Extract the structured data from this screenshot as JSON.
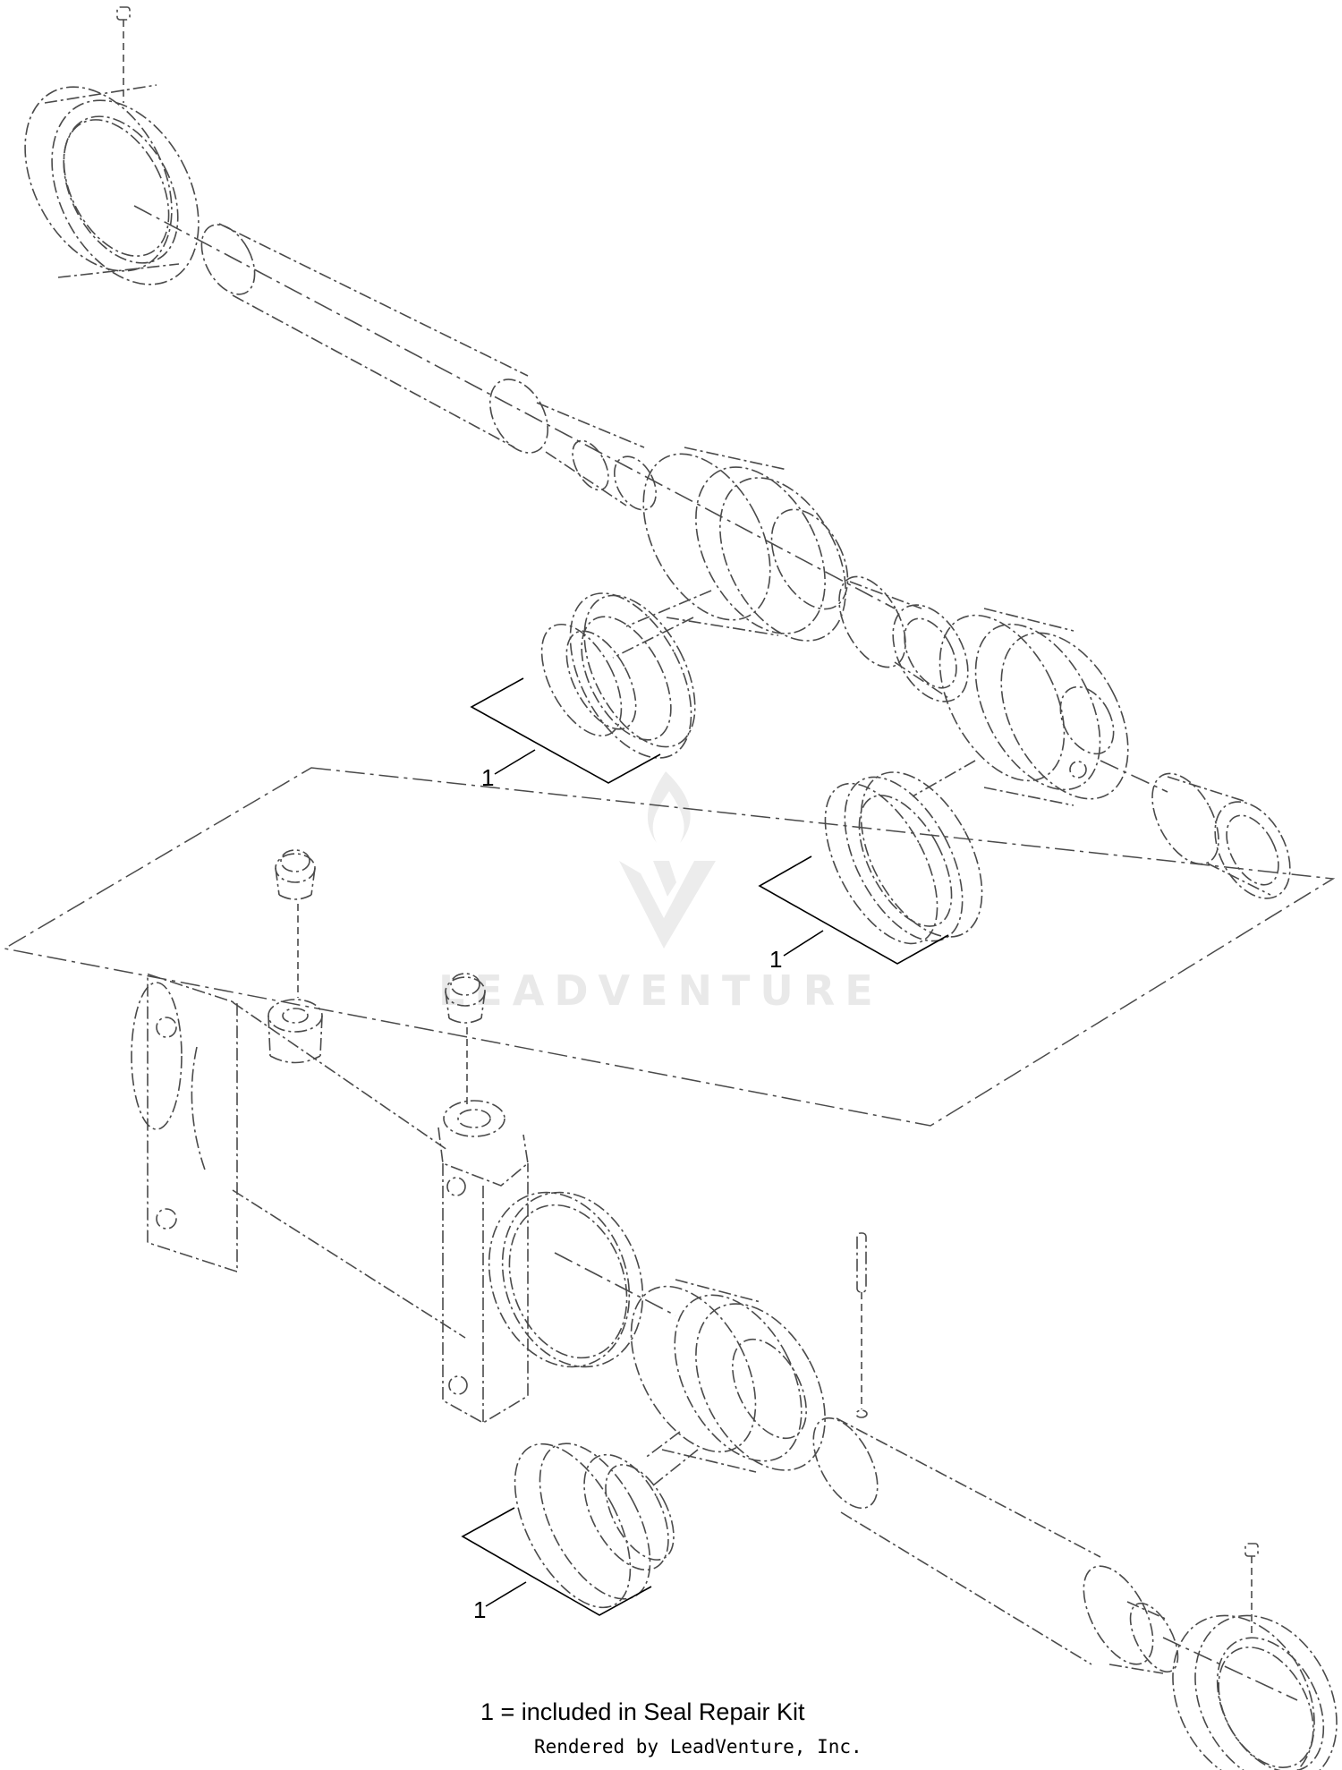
{
  "diagram": {
    "callouts": [
      {
        "id": "callout-1",
        "text": "1"
      },
      {
        "id": "callout-2",
        "text": "1"
      },
      {
        "id": "callout-3",
        "text": "1"
      }
    ],
    "legend_text": "1  = included in Seal Repair Kit",
    "credit_text": "Rendered by LeadVenture, Inc.",
    "watermark_text": "LEADVENTURE",
    "line_color": "#4a4a4a",
    "watermark_color": "#e6e6e6"
  }
}
